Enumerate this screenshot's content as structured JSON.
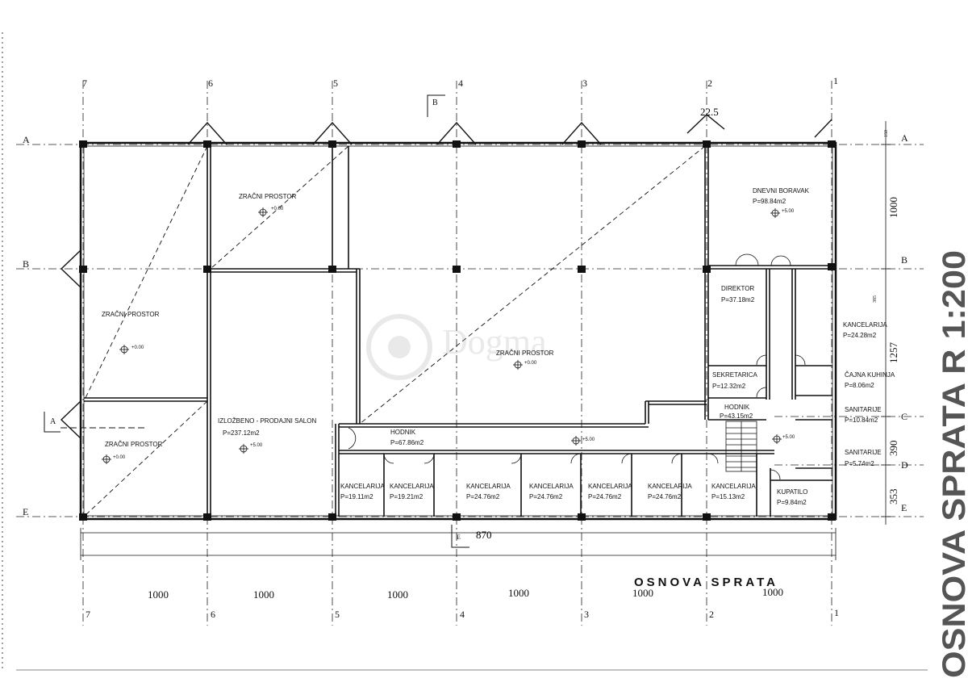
{
  "title_side": "OSNOVA SPRATA R 1:200",
  "title_bottom": "OSNOVA SPRATA",
  "watermark": "Dogma",
  "axes": {
    "cols": [
      "7",
      "6",
      "5",
      "4",
      "3",
      "2",
      "1"
    ],
    "rows_left": [
      "A",
      "B",
      "A",
      "E"
    ],
    "rows_right": [
      "A",
      "B",
      "C",
      "D",
      "E"
    ],
    "section_marks": [
      "B",
      "B",
      "A",
      "E"
    ]
  },
  "dimensions": {
    "bays": [
      "1000",
      "1000",
      "1000",
      "1000",
      "1000",
      "1000"
    ],
    "right": [
      "1000",
      "1257",
      "390",
      "353"
    ],
    "small": [
      "150",
      "22.5",
      "385",
      "870"
    ]
  },
  "rooms": [
    {
      "name": "ZRAČNI PROSTOR",
      "area": "",
      "level": "+0.00"
    },
    {
      "name": "ZRAČNI PROSTOR",
      "area": "",
      "level": "+0.00"
    },
    {
      "name": "ZRAČNI PROSTOR",
      "area": "",
      "level": "+0.00"
    },
    {
      "name": "ZRAČNI PROSTOR",
      "area": "",
      "level": "+0.00"
    },
    {
      "name": "IZLOŽBENO - PRODAJNI SALON",
      "area": "P=237.12m2",
      "level": "+5.00"
    },
    {
      "name": "HODNIK",
      "area": "P=67.86m2",
      "level": "+5.00"
    },
    {
      "name": "DNEVNI BORAVAK",
      "area": "P=98.84m2",
      "level": "+5.00"
    },
    {
      "name": "DIREKTOR",
      "area": "P=37.18m2",
      "level": ""
    },
    {
      "name": "KANCELARIJA",
      "area": "P=24.28m2",
      "level": ""
    },
    {
      "name": "SEKRETARICA",
      "area": "P=12.32m2",
      "level": ""
    },
    {
      "name": "ČAJNA KUHINJA",
      "area": "P=8.06m2",
      "level": ""
    },
    {
      "name": "HODNIK",
      "area": "P=43.15m2",
      "level": "+5.00"
    },
    {
      "name": "SANITARIJE",
      "area": "P=10.84m2",
      "level": ""
    },
    {
      "name": "SANITARIJE",
      "area": "P=5.74m2",
      "level": ""
    },
    {
      "name": "KANCELARIJA",
      "area": "P=19.11m2",
      "level": ""
    },
    {
      "name": "KANCELARIJA",
      "area": "P=19.21m2",
      "level": ""
    },
    {
      "name": "KANCELARIJA",
      "area": "P=24.76m2",
      "level": ""
    },
    {
      "name": "KANCELARIJA",
      "area": "P=24.76m2",
      "level": ""
    },
    {
      "name": "KANCELARIJA",
      "area": "P=24.76m2",
      "level": ""
    },
    {
      "name": "KANCELARIJA",
      "area": "P=24.76m2",
      "level": ""
    },
    {
      "name": "KANCELARIJA",
      "area": "P=15.13m2",
      "level": ""
    },
    {
      "name": "KUPATILO",
      "area": "P=9.84m2",
      "level": ""
    }
  ]
}
